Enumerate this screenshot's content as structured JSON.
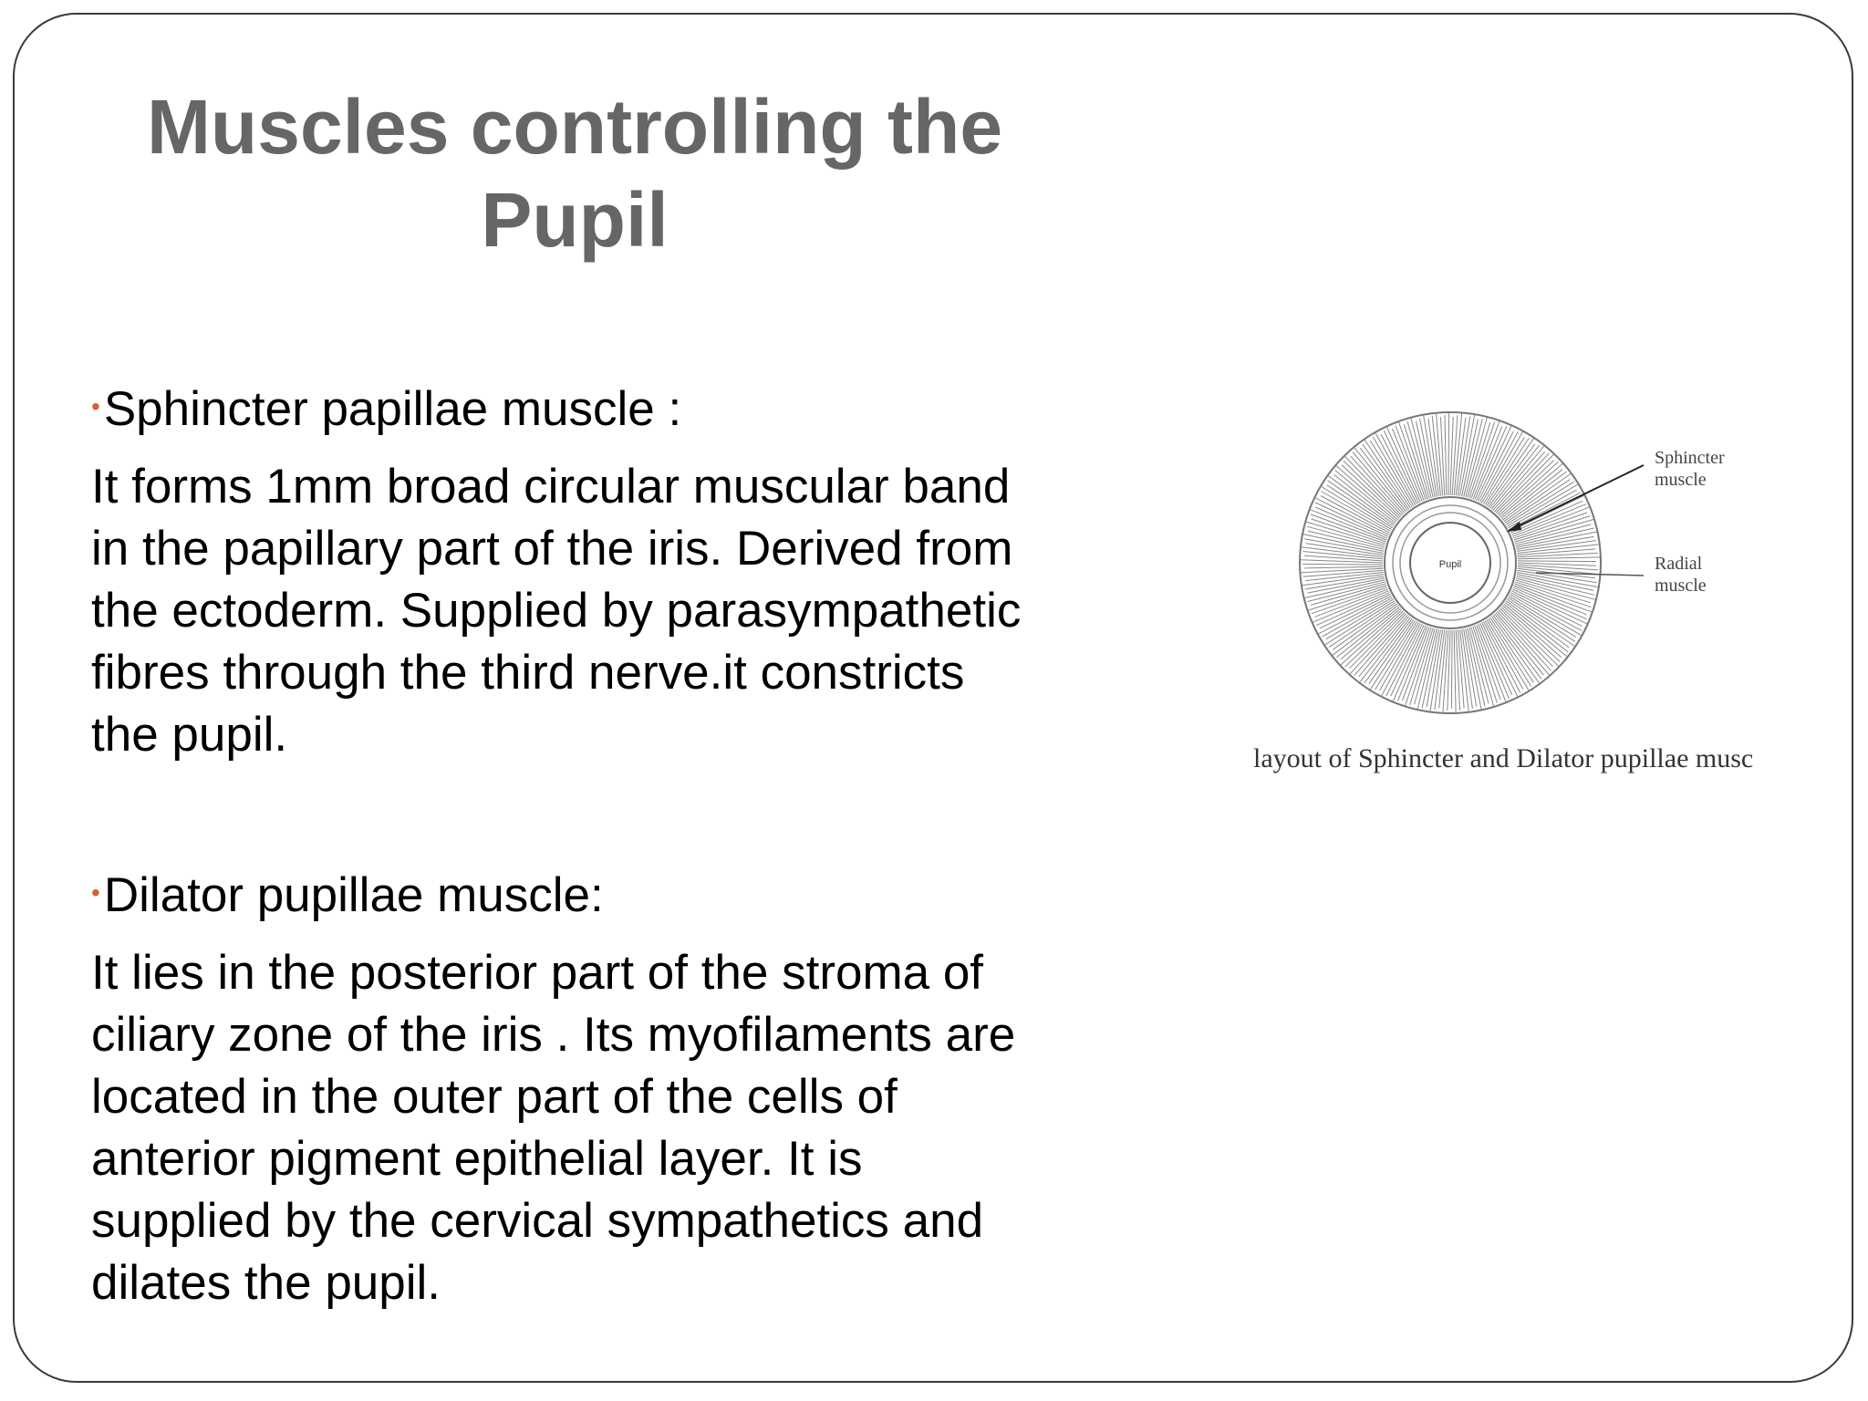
{
  "slide": {
    "title_line1": "Muscles controlling the",
    "title_line2": "Pupil",
    "bullets": [
      {
        "heading": "Sphincter papillae muscle :",
        "lines": [
          "It forms 1mm broad circular muscular band",
          "in the papillary part of the iris. Derived from",
          "the ectoderm. Supplied by parasympathetic",
          "fibres through the third nerve.it constricts",
          "the pupil."
        ]
      },
      {
        "heading": "Dilator pupillae muscle:",
        "lines": [
          "It lies in the posterior part of the stroma of",
          "ciliary zone of the iris . Its myofilaments are",
          "located in the outer part of the cells of",
          "anterior pigment epithelial layer. It is",
          "supplied by the cervical sympathetics and",
          "dilates the pupil."
        ]
      }
    ],
    "bullet_symbol": "•",
    "accent_color": "#d4622a",
    "title_color": "#666666"
  },
  "figure": {
    "pupil_label": "Pupil",
    "label_sphincter_1": "Sphincter",
    "label_sphincter_2": "muscle",
    "label_radial_1": "Radial",
    "label_radial_2": "muscle",
    "caption": "layout of Sphincter and Dilator pupillae musc"
  }
}
